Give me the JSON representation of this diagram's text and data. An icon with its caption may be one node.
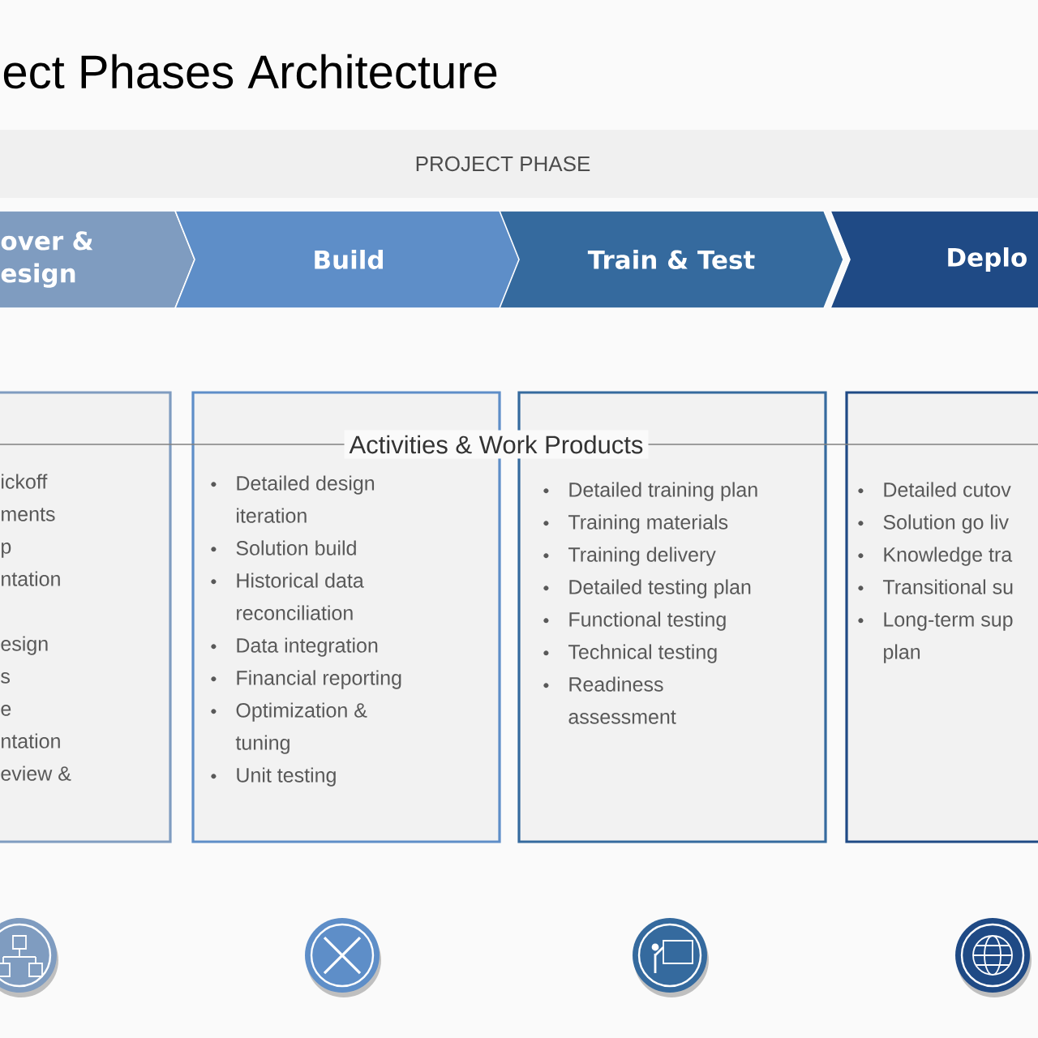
{
  "diagram": {
    "title": "ect Phases Architecture",
    "nodes": [
      {
        "text": [
          "PROJECT PHASE"
        ]
      },
      {
        "text": [
          "over & esign"
        ]
      },
      {
        "text": [
          "Build"
        ]
      },
      {
        "text": [
          "Train & Test"
        ]
      },
      {
        "text": [
          "Deplo"
        ]
      },
      {
        "text": [
          "ickoff",
          "ments",
          "p",
          "ntation",
          "esign",
          "s",
          "e",
          "ntation",
          "eview &"
        ]
      },
      {
        "text": [
          "Detailed design iteration",
          "Solution build",
          "Historical data reconciliation",
          "Data integration",
          "Financial reporting",
          "Optimization & tuning",
          "Unit testing"
        ]
      },
      {
        "text": [
          "Detailed training plan",
          "Training materials",
          "Training delivery",
          "Detailed testing plan",
          "Functional testing",
          "Technical testing",
          "Readiness assessment"
        ]
      },
      {
        "text": [
          "Detailed cutov",
          "Solution go liv",
          "Knowledge tra",
          "Transitional su",
          "Long-term sup plan"
        ]
      }
    ],
    "labels": [
      "Activities & Work Products"
    ]
  }
}
